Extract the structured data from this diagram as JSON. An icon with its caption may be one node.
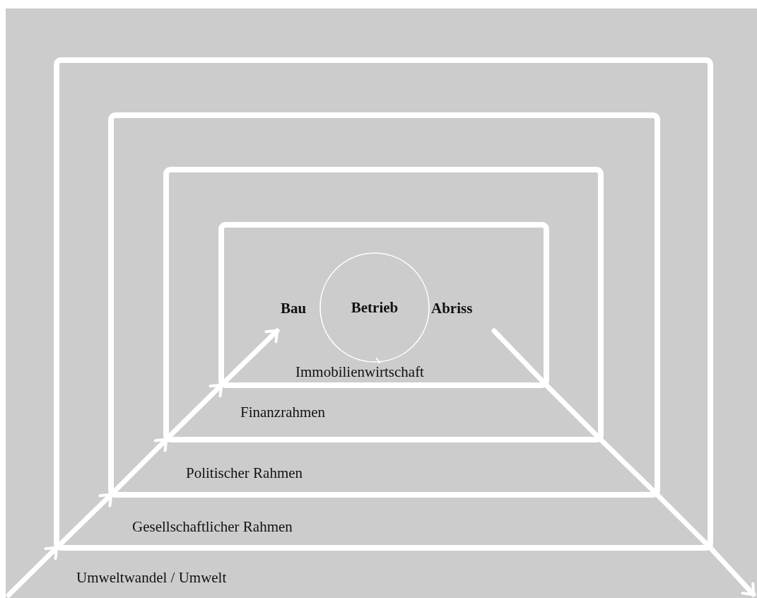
{
  "diagram": {
    "nodes": [
      {
        "text": [
          "Umweltwandel / Umwelt"
        ]
      },
      {
        "text": [
          "Gesellschaftlicher Rahmen"
        ],
        "in": 0
      },
      {
        "text": [
          "Politischer Rahmen"
        ],
        "in": 1
      },
      {
        "text": [
          "Finanzrahmen"
        ],
        "in": 2
      },
      {
        "text": [
          "Immobilienwirtschaft"
        ],
        "in": 3
      },
      {
        "text": [
          "Bau"
        ],
        "in": 4
      },
      {
        "text": [
          "Betrieb"
        ],
        "in": 4
      },
      {
        "text": [
          "Abriss"
        ],
        "in": 4
      }
    ],
    "edges": [
      {
        "from": null,
        "to": 1,
        "arrow": "to"
      },
      {
        "from": 1,
        "to": 2,
        "arrow": "to"
      },
      {
        "from": 2,
        "to": 3,
        "arrow": "to"
      },
      {
        "from": 3,
        "to": 4,
        "arrow": "to"
      },
      {
        "from": 4,
        "to": 5,
        "arrow": "to"
      },
      {
        "from": 7,
        "to": 4,
        "arrow": "to"
      },
      {
        "from": 4,
        "to": 3,
        "arrow": "to"
      },
      {
        "from": 3,
        "to": 2,
        "arrow": "to"
      },
      {
        "from": 2,
        "to": 1,
        "arrow": "to"
      },
      {
        "from": 1,
        "to": null,
        "arrow": "to"
      }
    ]
  }
}
